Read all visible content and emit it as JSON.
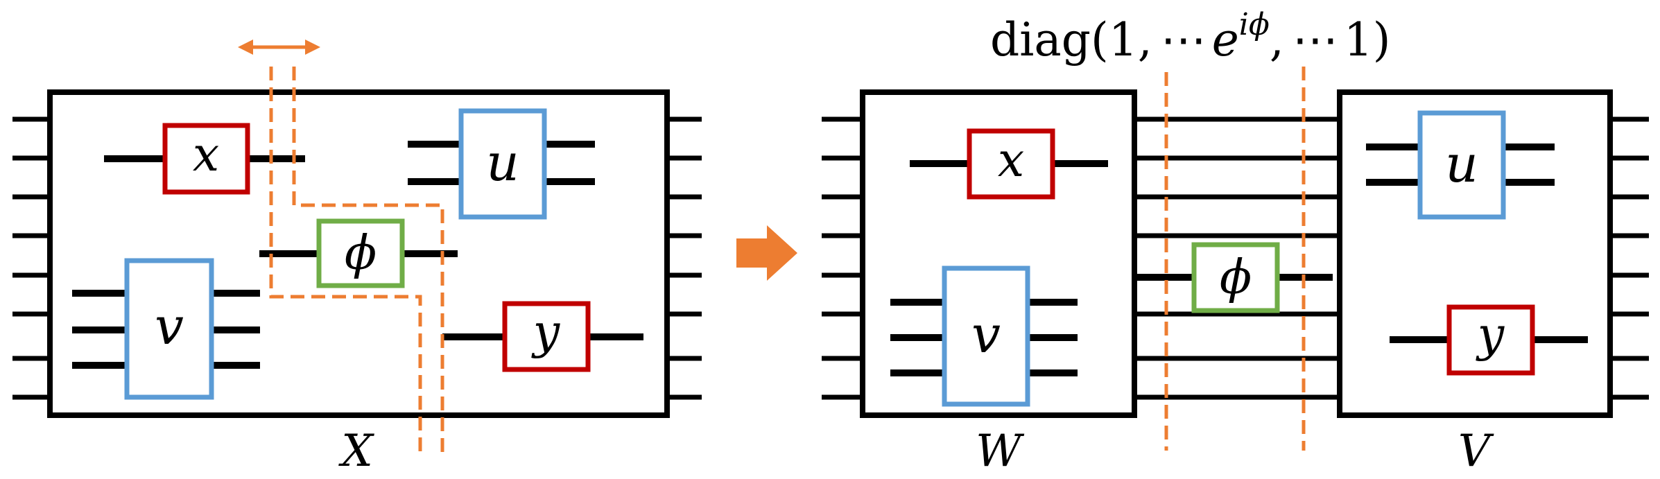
{
  "colors": {
    "black": "#000000",
    "red": "#c00000",
    "blue": "#5b9bd5",
    "green": "#70ad47",
    "orange": "#ed7d31"
  },
  "left_panel": {
    "box_label": "X",
    "gates": {
      "x": "x",
      "u": "u",
      "phi": "ϕ",
      "v": "v",
      "y": "y"
    }
  },
  "right_panel": {
    "diag_prefix": "diag(1,",
    "diag_dots1": "⋯",
    "diag_e": "e",
    "diag_exp": "iϕ",
    "diag_mid": ",",
    "diag_dots2": "⋯",
    "diag_suffix": "1)",
    "W_label": "W",
    "V_label": "V",
    "gates": {
      "x": "x",
      "u": "u",
      "phi": "ϕ",
      "v": "v",
      "y": "y"
    }
  },
  "icons": {
    "double_arrow": "double-headed-arrow-icon",
    "transform_arrow": "right-arrow-icon"
  }
}
